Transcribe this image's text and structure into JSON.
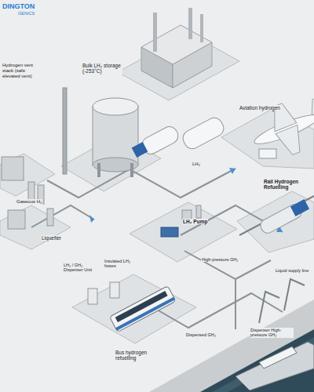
{
  "diagram": {
    "labels": [
      "DINGTON",
      "GENICS",
      "Hydrogen vent stack (safe elevated vent)",
      "Bulk LH₂ storage (-253°C)",
      "Aviation hydrogen",
      "LH₂",
      "Gaseous H₂",
      "LH₂ Pump",
      "Rail Hydrogen Refuelling",
      "Liquefier",
      "High-pressure GH₂",
      "Insulated LH₂ hoses",
      "LH₂ / GH₂ Dispenser Unit",
      "Liquid supply line",
      "Dispensed GH₂",
      "Bus hydrogen refuelling",
      "Dispenser High-pressure GH₂"
    ]
  }
}
